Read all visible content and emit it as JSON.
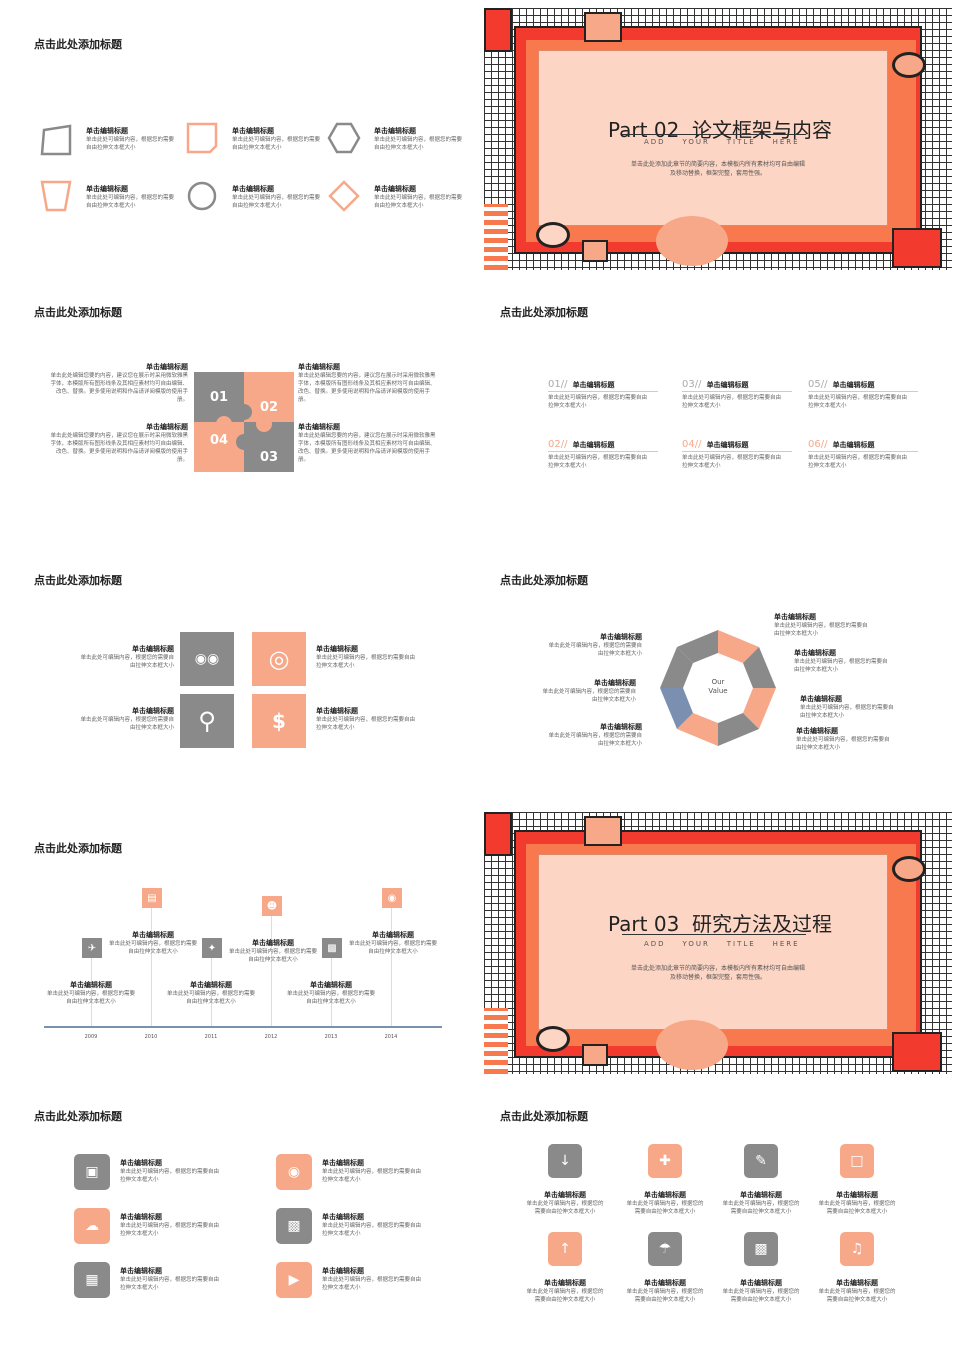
{
  "slide_title": "点击此处添加标题",
  "item_title": "单击编辑标题",
  "item_body_short": "单击此处可编辑内容，根据您的需要自由拉伸文本框大小",
  "item_body_long": "单击此处编辑您要的内容，建议您在展示时采用微软雅黑字体，本模版所有图形线条及其相应素材均可自由编辑、改色、替换。更多使用说明和作品请详阅模版的使用手册。",
  "section_2": {
    "part": "Part 02",
    "name": "论文框架与内容",
    "sub": "ADD    YOUR    TITLE    HERE",
    "desc": "单击此处添加此章节的简要内容，本模板内所有素材均可自由编辑及移动替换，框架完整，套用性强。"
  },
  "section_3": {
    "part": "Part 03",
    "name": "研究方法及过程",
    "sub": "ADD    YOUR    TITLE    HERE",
    "desc": "单击此处添加此章节的简要内容，本模板内所有素材均可自由编辑及移动替换，框架完整，套用性强。"
  },
  "puzzle_numbers": [
    "01",
    "02",
    "03",
    "04"
  ],
  "numbered_items": [
    "01//",
    "02//",
    "03//",
    "04//",
    "05//",
    "06//"
  ],
  "cycle_center": [
    "Our",
    "Value"
  ],
  "timeline_years": [
    "2009",
    "2010",
    "2011",
    "2012",
    "2013",
    "2014"
  ],
  "colors": {
    "salmon": "#f7a888",
    "grey": "#8a8a8a",
    "red": "#f23a2e",
    "blue": "#7b8fb0"
  }
}
